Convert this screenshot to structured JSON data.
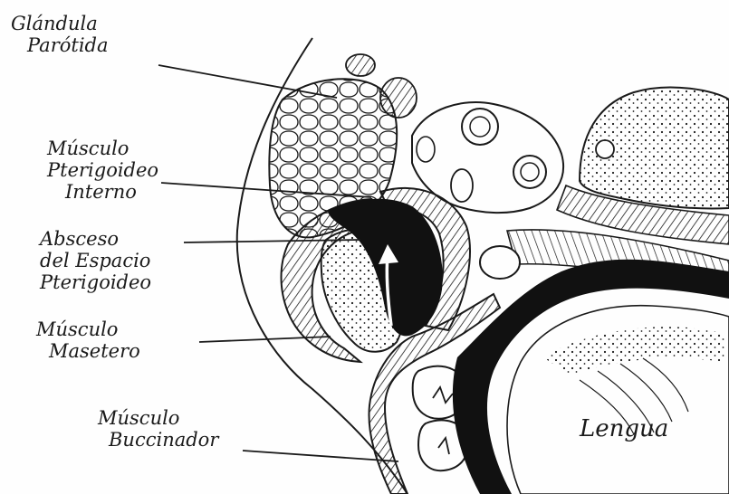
{
  "labels": {
    "parotid": [
      "Glándula",
      "Parótida"
    ],
    "lateral_pterygoid": [
      "Músculo",
      "Pterigoideo",
      "Interno"
    ],
    "abscess": [
      "Absceso",
      "del Espacio",
      "Pterigoideo"
    ],
    "masseter": [
      "Músculo",
      "Masetero"
    ],
    "buccinator": [
      "Músculo",
      "Buccinador"
    ],
    "tongue": "Lengua"
  },
  "colors": {
    "ink": "#1a1a1a",
    "paper": "#fefefe",
    "fill_dark": "#111111"
  }
}
